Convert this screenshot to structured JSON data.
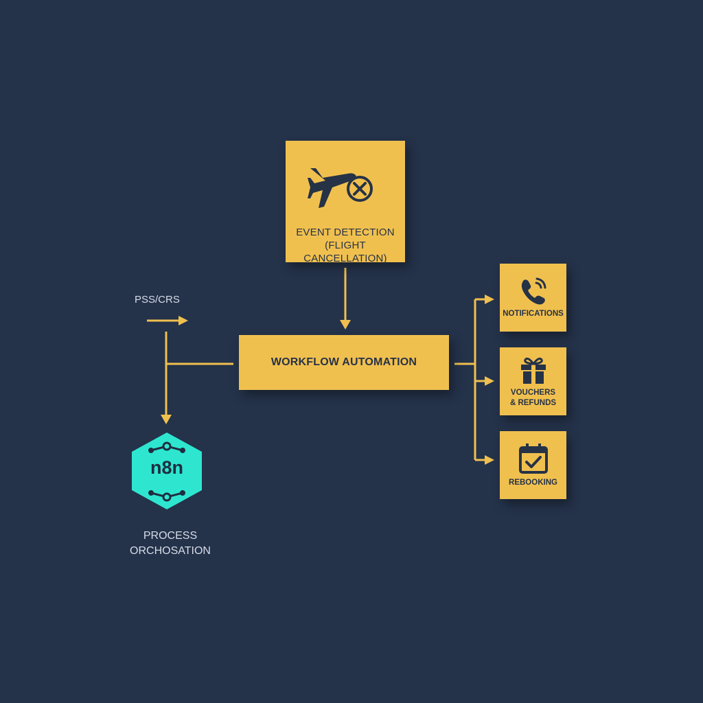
{
  "diagram": {
    "event": {
      "title_line1": "EVENT DETECTION",
      "title_line2": "(FLIGHT CANCELLATION)",
      "icon": "plane-cancel-icon"
    },
    "workflow": {
      "label": "WORKFLOW AUTOMATION"
    },
    "source": {
      "label": "PSS/CRS"
    },
    "orchestrator": {
      "logo_text": "n8n",
      "label_line1": "PROCESS",
      "label_line2": "ORCHOSATION",
      "icon": "n8n-logo"
    },
    "outputs": [
      {
        "label_line1": "NOTIFICATIONS",
        "label_line2": "",
        "icon": "phone-icon"
      },
      {
        "label_line1": "VOUCHERS",
        "label_line2": "& REFUNDS",
        "icon": "gift-icon"
      },
      {
        "label_line1": "REBOOKING",
        "label_line2": "",
        "icon": "calendar-check-icon"
      }
    ]
  },
  "colors": {
    "background": "#24324a",
    "box": "#f0c04f",
    "connector": "#f0c04f",
    "n8n": "#2ee6d0",
    "dark_ink": "#263246",
    "label_text": "#d6dde8"
  }
}
